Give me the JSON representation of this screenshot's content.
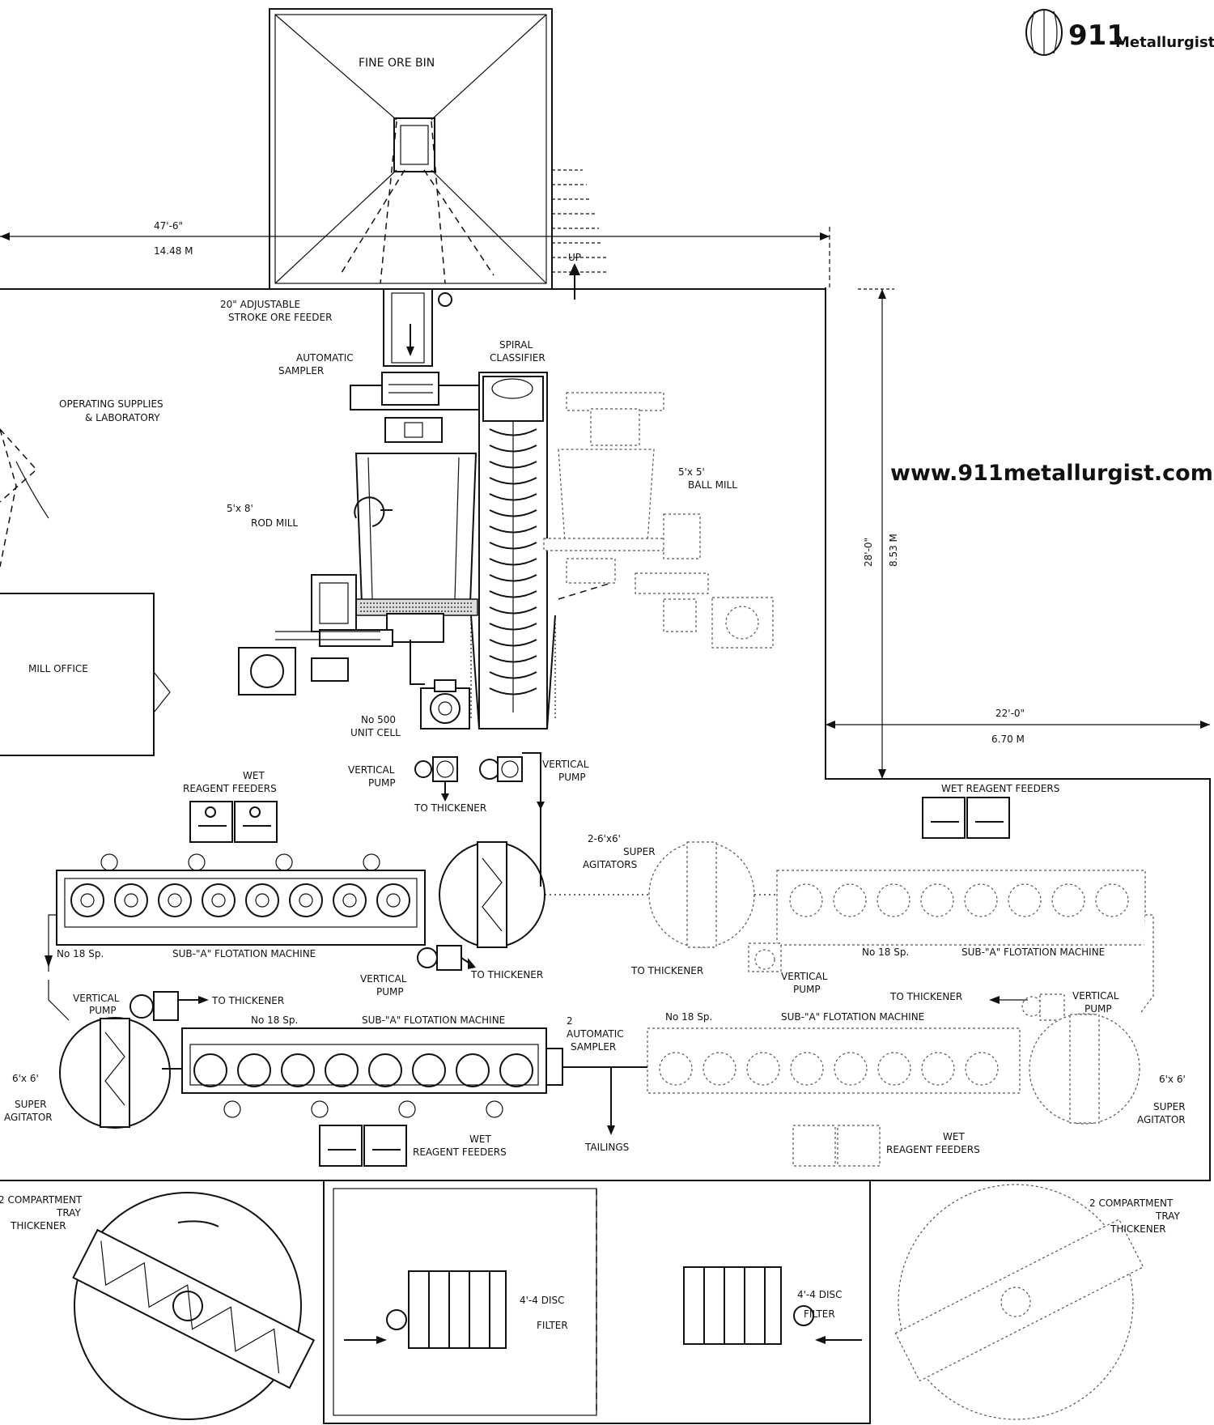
{
  "brand": {
    "logo_number": "911",
    "logo_word": "Metallurgist",
    "website": "www.911metallurgist.com"
  },
  "bin": {
    "title": "FINE ORE BIN",
    "up": "UP"
  },
  "dimensions": {
    "width_ft": "47'-6\"",
    "width_m": "14.48 M",
    "height_ft": "28'-0\"",
    "height_m": "8.53 M",
    "ext_ft": "22'-0\"",
    "ext_m": "6.70 M"
  },
  "rooms": {
    "operating_supplies": [
      "OPERATING SUPPLIES",
      "& LABORATORY"
    ],
    "mill_office": "MILL OFFICE"
  },
  "grinding": {
    "feeder": [
      "20\"        ADJUSTABLE",
      "STROKE  ORE  FEEDER"
    ],
    "sampler": [
      "AUTOMATIC",
      "SAMPLER"
    ],
    "classifier": [
      "SPIRAL",
      "CLASSIFIER"
    ],
    "rod_mill": [
      "5'x 8'",
      "ROD MILL"
    ],
    "ball_mill": [
      "5'x 5'",
      "BALL  MILL"
    ],
    "unit_cell": [
      "No 500",
      "UNIT CELL"
    ],
    "pump_left": [
      "VERTICAL",
      "PUMP"
    ],
    "pump_right": [
      "VERTICAL",
      "PUMP"
    ],
    "to_thickener": "TO  THICKENER"
  },
  "flotation": {
    "reagent_top_left": [
      "WET",
      "REAGENT  FEEDERS"
    ],
    "reagent_top_right": "WET  REAGENT  FEEDERS",
    "agitators_pair": [
      "2-6'x6'",
      "SUPER",
      "AGITATORS"
    ],
    "machine_tl_size": "No 18 Sp.",
    "machine_tl_name": "SUB-\"A\" FLOTATION  MACHINE",
    "machine_tr_size": "No 18 Sp.",
    "machine_tr_name": "SUB-\"A\" FLOTATION  MACHINE",
    "machine_bl_size": "No 18  Sp.",
    "machine_bl_name": "SUB-\"A\"  FLOTATION  MACHINE",
    "machine_br_size": "No 18  Sp.",
    "machine_br_name": "SUB-\"A\"  FLOTATION  MACHINE",
    "pump_mid_left": [
      "VERTICAL",
      "PUMP"
    ],
    "to_thickener_mid": "TO  THICKENER",
    "to_thickener_right": "TO  THICKENER",
    "pump_mid_right": [
      "VERTICAL",
      "PUMP"
    ],
    "pump_bl": [
      "VERTICAL",
      "PUMP"
    ],
    "to_thickener_bl": "TO  THICKENER",
    "to_thickener_br": "TO  THICKENER",
    "pump_br": [
      "VERTICAL",
      "PUMP"
    ],
    "agitator_left": [
      "6'x 6'",
      "SUPER",
      "AGITATOR"
    ],
    "agitator_right": [
      "6'x 6'",
      "SUPER",
      "AGITATOR"
    ],
    "auto_sampler": [
      "2",
      "AUTOMATIC",
      "SAMPLER"
    ],
    "reagent_bottom_left": [
      "WET",
      "REAGENT  FEEDERS"
    ],
    "reagent_bottom_right": [
      "WET",
      "REAGENT  FEEDERS"
    ],
    "tailings": "TAILINGS"
  },
  "dewatering": {
    "thickener_left": [
      "2  COMPARTMENT",
      "TRAY",
      "THICKENER"
    ],
    "thickener_right": [
      "2   COMPARTMENT",
      "TRAY",
      "THICKENER"
    ],
    "filter_left": [
      "4'-4 DISC",
      "FILTER"
    ],
    "filter_right": [
      "4'-4 DISC",
      "FILTER"
    ]
  }
}
